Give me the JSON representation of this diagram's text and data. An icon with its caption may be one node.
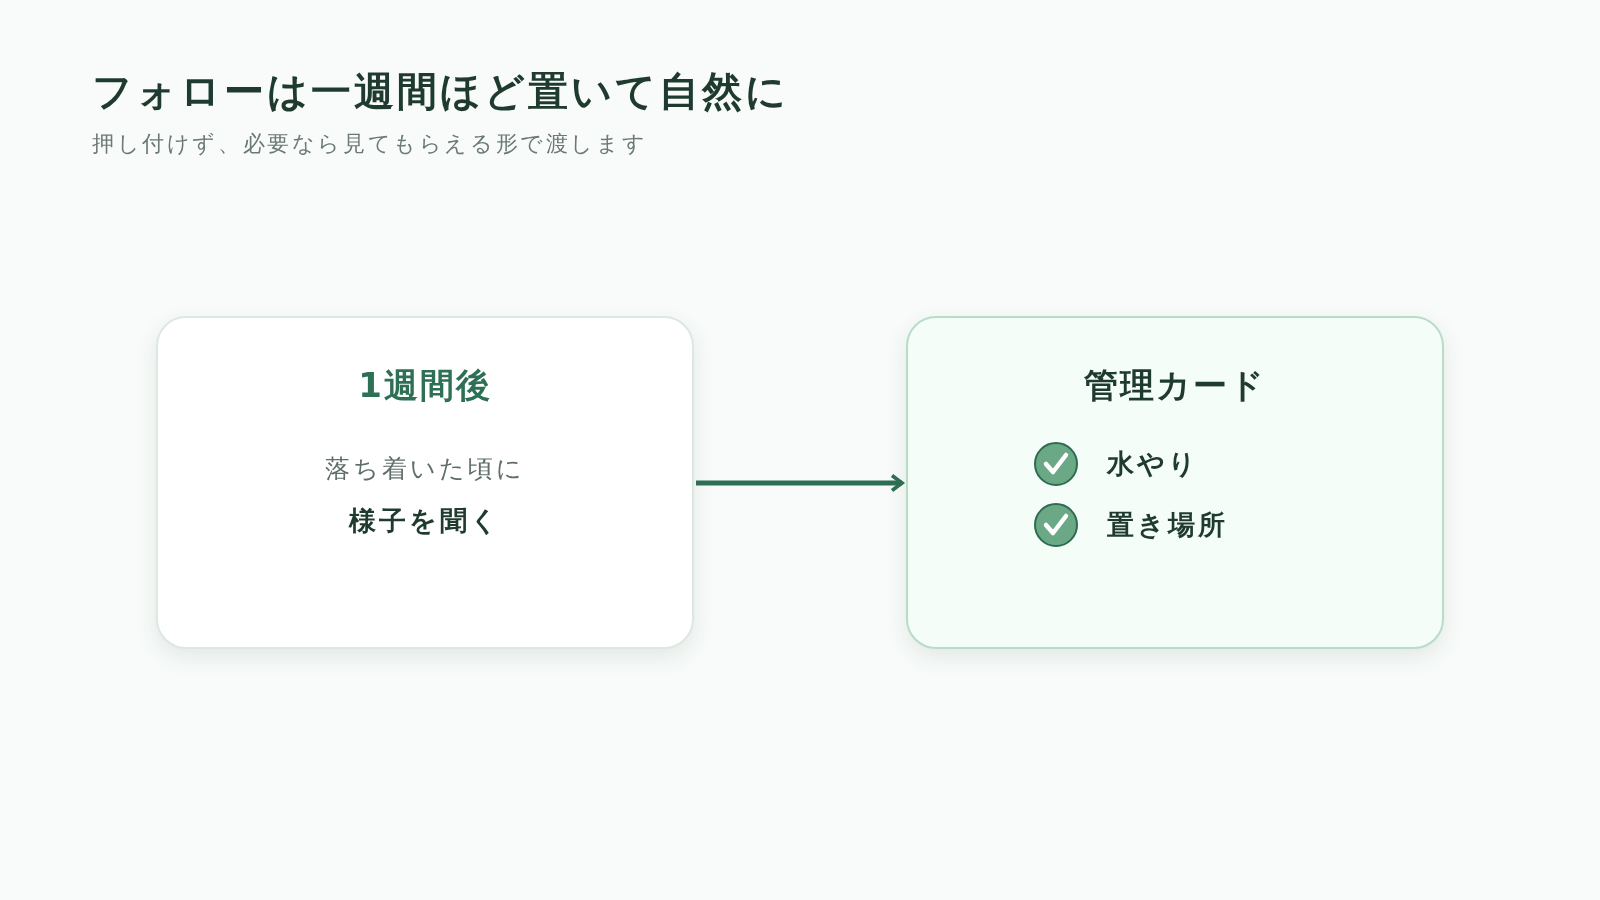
{
  "diagram": {
    "title": "フォローは一週間ほど置いて自然に",
    "nodes": [
      {
        "text": [
          "1週間後",
          "落ち着いた頃に",
          "様子を聞く"
        ]
      },
      {
        "text": [
          "管理カード",
          "水やり",
          "置き場所"
        ]
      }
    ],
    "edges": [
      {
        "from": 0,
        "to": 1,
        "arrow": "to"
      }
    ],
    "labels": [
      "押し付けず、必要なら見てもらえる形で渡します"
    ]
  }
}
